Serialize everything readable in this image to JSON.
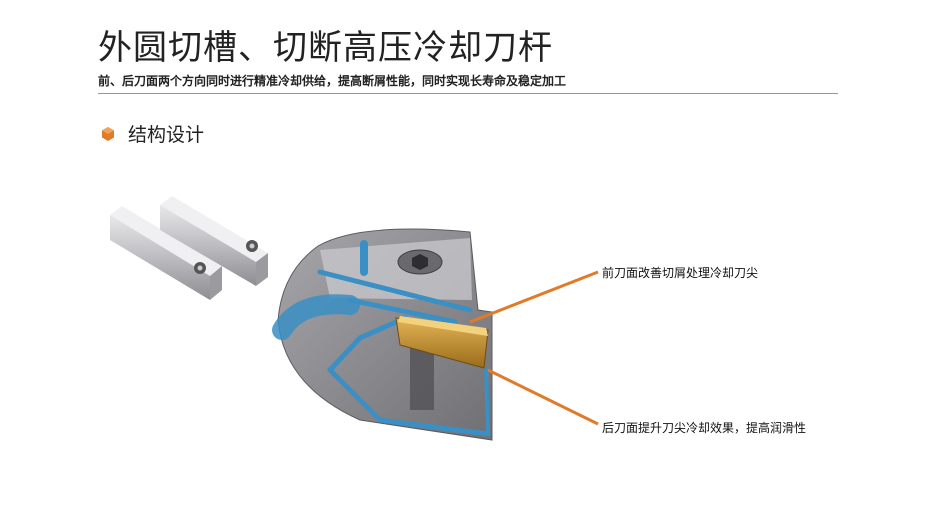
{
  "header": {
    "title": "外圆切槽、切断高压冷却刀杆",
    "subtitle": "前、后刀面两个方向同时进行精准冷却供给，提高断屑性能，同时实现长寿命及稳定加工"
  },
  "section": {
    "label": "结构设计"
  },
  "callouts": {
    "front": "前刀面改善切屑处理冷却刀尖",
    "rear": "后刀面提升刀尖冷却效果，提高润滑性"
  },
  "colors": {
    "accent": "#e07b2a",
    "rule": "#c98a4d",
    "coolant": "#3a8fc4",
    "body": "#8c8c90",
    "insert": "#c8962e"
  }
}
